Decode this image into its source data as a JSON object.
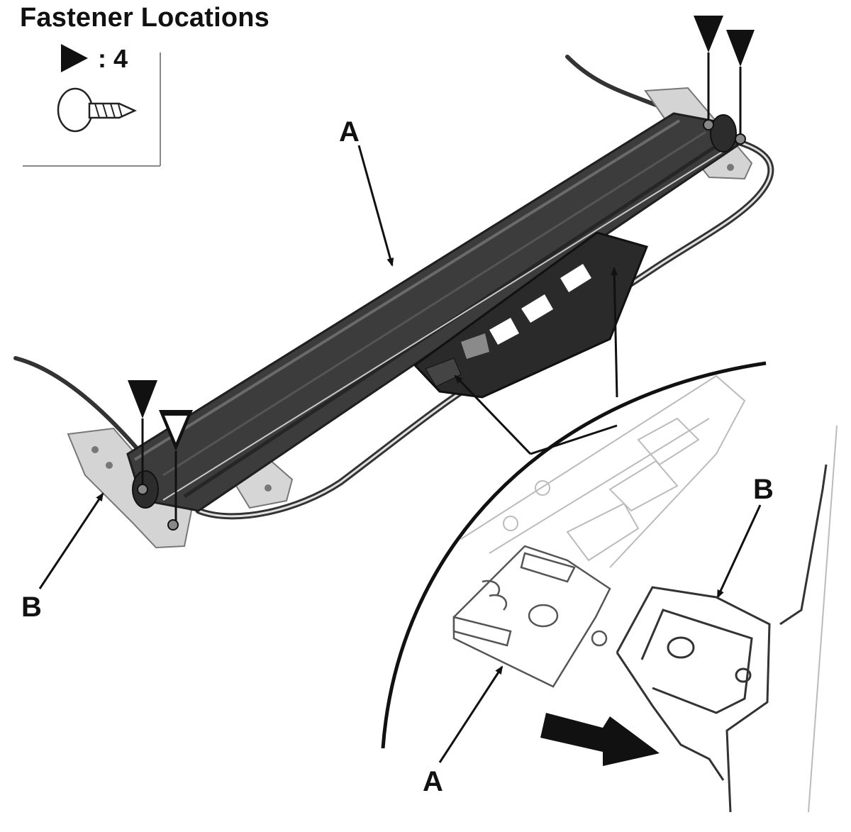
{
  "title": "Fastener Locations",
  "fastener": {
    "marker_icon": "filled-triangle-pointer-icon",
    "count_label": ": 4",
    "type_icon": "screw-icon"
  },
  "callouts": {
    "a_main": "A",
    "a_detail": "A",
    "b_left": "B",
    "b_detail": "B"
  },
  "colors": {
    "rail": "#3c3c3c",
    "rail_dark": "#1f1f1f",
    "rail_light": "#666666",
    "bracket": "#d4d4d4",
    "line": "#111111"
  }
}
